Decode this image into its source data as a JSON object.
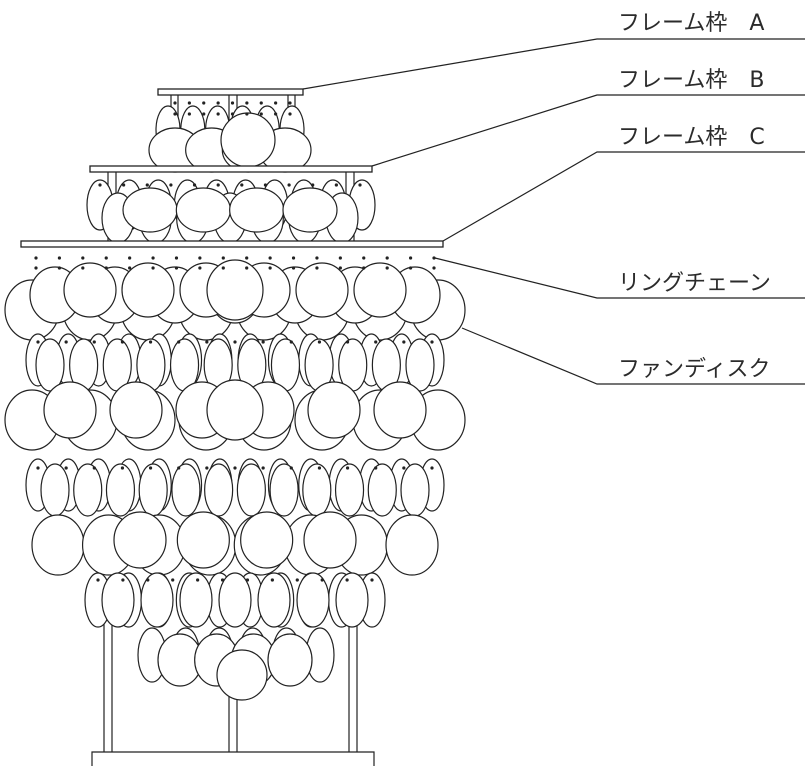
{
  "labels": {
    "frame_a": "フレーム枠　A",
    "frame_b": "フレーム枠　B",
    "frame_c": "フレーム枠　C",
    "ring_chain": "リングチェーン",
    "fan_disc": "ファンディスク"
  }
}
